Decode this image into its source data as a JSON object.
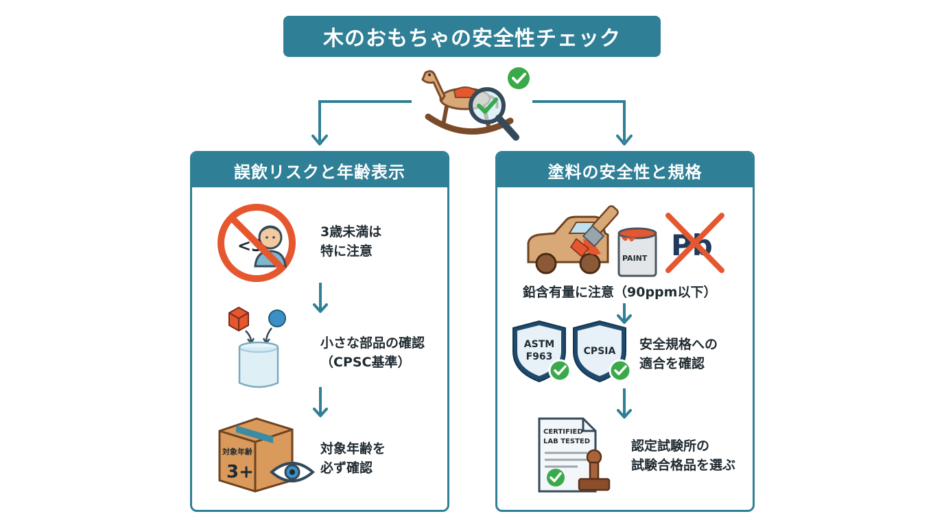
{
  "title": "木のおもちゃの安全性チェック",
  "colors": {
    "primary": "#2f7f96",
    "danger": "#e5572e",
    "check": "#3aa94a",
    "wood": "#d9a877",
    "wood_dark": "#7a4a2a"
  },
  "header_icon": "rocking-horse-magnifier-icon",
  "panels": [
    {
      "heading": "誤飲リスクと年齢表示",
      "steps": [
        {
          "icon": "no-under-3-icon",
          "badge": "<3",
          "lines": [
            "3歳未満は",
            "特に注意"
          ]
        },
        {
          "icon": "small-parts-cylinder-icon",
          "lines": [
            "小さな部品の確認",
            "（CPSC基準）"
          ]
        },
        {
          "icon": "age-label-box-icon",
          "box_label": "対象年齢",
          "box_age": "3+",
          "lines": [
            "対象年齢を",
            "必ず確認"
          ]
        }
      ]
    },
    {
      "heading": "塗料の安全性と規格",
      "steps": [
        {
          "icon": "paint-no-lead-icon",
          "paint_label": "PAINT",
          "lead_symbol": "Pb",
          "lines": [
            "鉛含有量に注意（90ppm以下）"
          ]
        },
        {
          "icon": "standards-shields-icon",
          "shields": [
            "ASTM",
            "F963",
            "CPSIA"
          ],
          "lines": [
            "安全規格への",
            "適合を確認"
          ]
        },
        {
          "icon": "certificate-stamp-icon",
          "cert_lines": [
            "CERTIFIED",
            "LAB TESTED"
          ],
          "lines": [
            "認定試験所の",
            "試験合格品を選ぶ"
          ]
        }
      ]
    }
  ]
}
